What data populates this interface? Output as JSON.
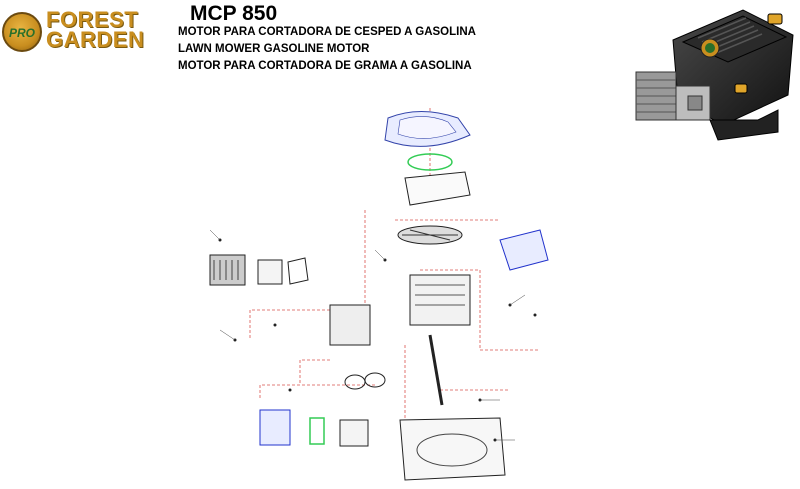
{
  "header": {
    "logo_badge": "PRO",
    "logo_line1": "FOREST",
    "logo_line2": "GARDEN",
    "model": "MCP 850",
    "descriptions": [
      "MOTOR PARA CORTADORA DE CESPED A GASOLINA",
      "LAWN MOWER GASOLINE MOTOR",
      "MOTOR PARA CORTADORA DE GRAMA A GASOLINA"
    ]
  },
  "colors": {
    "brand_gold": "#c98e1f",
    "brand_green": "#2a6f2a",
    "leader_red": "#d9534f",
    "part_blue": "#2233cc",
    "part_green": "#33cc55"
  },
  "icons": {
    "brand_logo": "forest-garden-pro-logo",
    "engine_photo": "gasoline-engine-photo",
    "exploded_diagram": "engine-exploded-view-diagram"
  }
}
